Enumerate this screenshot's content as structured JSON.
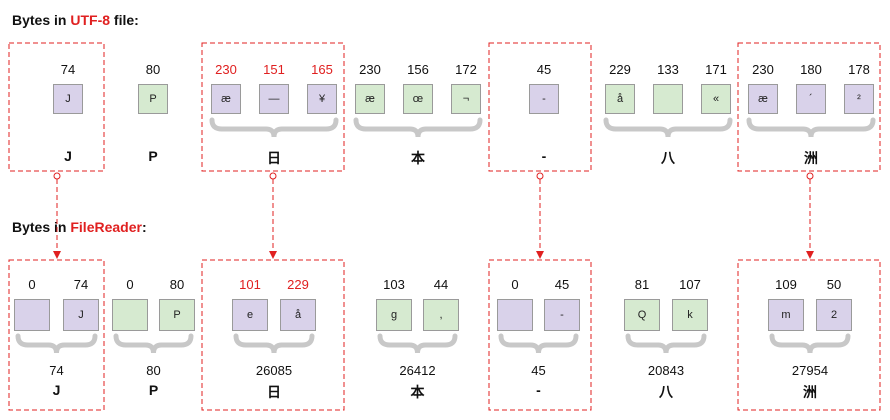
{
  "headers": {
    "utf8": {
      "prefix": "Bytes in ",
      "highlight": "UTF-8",
      "suffix": " file:"
    },
    "filereader": {
      "prefix": "Bytes in ",
      "highlight": "FileReader",
      "suffix": ":"
    }
  },
  "top_row": {
    "groups": [
      {
        "char": "J",
        "bytes": [
          {
            "value": "74",
            "glyph": "J",
            "red": false
          }
        ]
      },
      {
        "char": "P",
        "bytes": [
          {
            "value": "80",
            "glyph": "P",
            "red": false
          }
        ]
      },
      {
        "char": "日",
        "bytes": [
          {
            "value": "230",
            "glyph": "æ",
            "red": true
          },
          {
            "value": "151",
            "glyph": "—",
            "red": true
          },
          {
            "value": "165",
            "glyph": "¥",
            "red": true
          }
        ]
      },
      {
        "char": "本",
        "bytes": [
          {
            "value": "230",
            "glyph": "æ",
            "red": false
          },
          {
            "value": "156",
            "glyph": "œ",
            "red": false
          },
          {
            "value": "172",
            "glyph": "¬",
            "red": false
          }
        ]
      },
      {
        "char": "-",
        "bytes": [
          {
            "value": "45",
            "glyph": "-",
            "red": false
          }
        ]
      },
      {
        "char": "八",
        "bytes": [
          {
            "value": "229",
            "glyph": "å",
            "red": false
          },
          {
            "value": "133",
            "glyph": "",
            "red": false
          },
          {
            "value": "171",
            "glyph": "«",
            "red": false
          }
        ]
      },
      {
        "char": "洲",
        "bytes": [
          {
            "value": "230",
            "glyph": "æ",
            "red": false
          },
          {
            "value": "180",
            "glyph": "´",
            "red": false
          },
          {
            "value": "178",
            "glyph": "²",
            "red": false
          }
        ]
      }
    ]
  },
  "bottom_row": {
    "groups": [
      {
        "char": "J",
        "code_point": "74",
        "bytes": [
          {
            "value": "0",
            "glyph": "",
            "red": false
          },
          {
            "value": "74",
            "glyph": "J",
            "red": false
          }
        ]
      },
      {
        "char": "P",
        "code_point": "80",
        "bytes": [
          {
            "value": "0",
            "glyph": "",
            "red": false
          },
          {
            "value": "80",
            "glyph": "P",
            "red": false
          }
        ]
      },
      {
        "char": "日",
        "code_point": "26085",
        "bytes": [
          {
            "value": "101",
            "glyph": "e",
            "red": true
          },
          {
            "value": "229",
            "glyph": "å",
            "red": true
          }
        ]
      },
      {
        "char": "本",
        "code_point": "26412",
        "bytes": [
          {
            "value": "103",
            "glyph": "g",
            "red": false
          },
          {
            "value": "44",
            "glyph": ",",
            "red": false
          }
        ]
      },
      {
        "char": "-",
        "code_point": "45",
        "bytes": [
          {
            "value": "0",
            "glyph": "",
            "red": false
          },
          {
            "value": "45",
            "glyph": "-",
            "red": false
          }
        ]
      },
      {
        "char": "八",
        "code_point": "20843",
        "bytes": [
          {
            "value": "81",
            "glyph": "Q",
            "red": false
          },
          {
            "value": "107",
            "glyph": "k",
            "red": false
          }
        ]
      },
      {
        "char": "洲",
        "code_point": "27954",
        "bytes": [
          {
            "value": "109",
            "glyph": "m",
            "red": false
          },
          {
            "value": "50",
            "glyph": "2",
            "red": false
          }
        ]
      }
    ]
  },
  "colors": {
    "highlight": "#e02020",
    "purple_box": "#d9d2ea",
    "green_box": "#d6ead0",
    "brace": "#c8c8c8",
    "dashed": "#e02020"
  }
}
